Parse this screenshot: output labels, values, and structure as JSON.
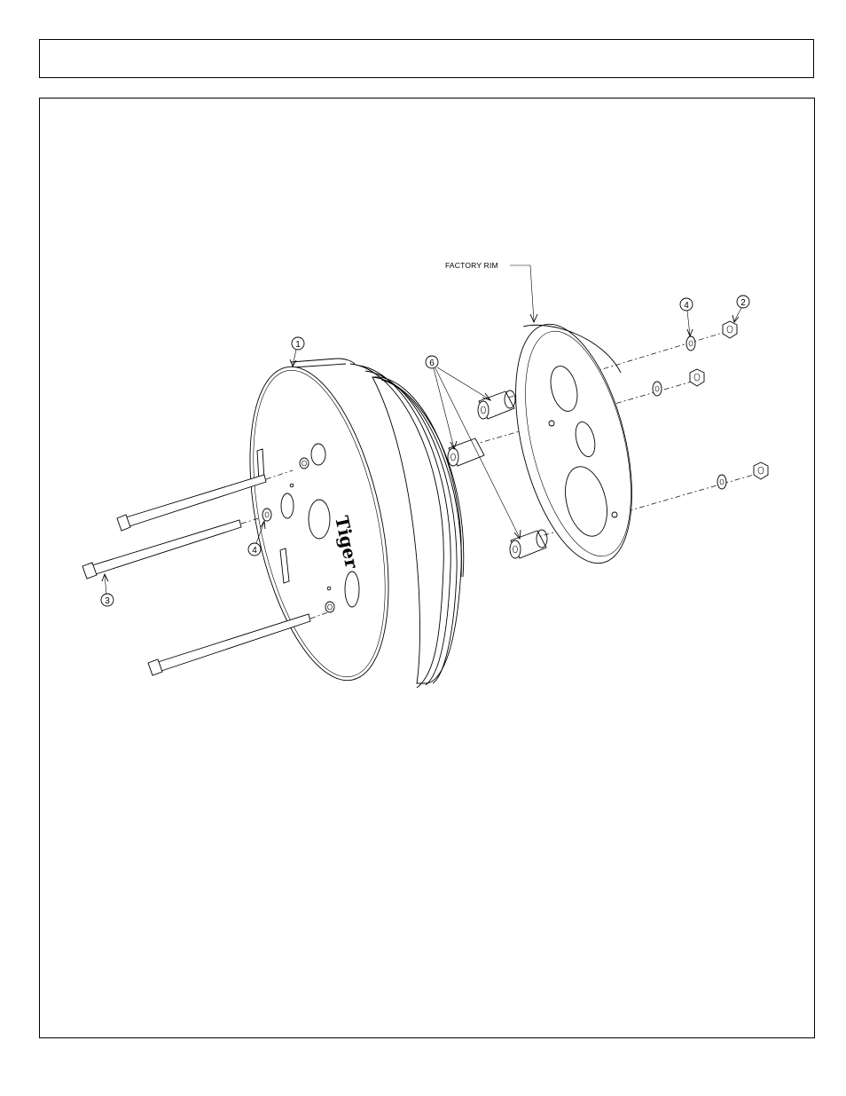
{
  "header": {
    "title": ""
  },
  "diagram": {
    "factory_rim_label": "FACTORY RIM",
    "logo_text": "Tiger",
    "callouts": [
      {
        "id": "callout-1",
        "number": "1"
      },
      {
        "id": "callout-2",
        "number": "2"
      },
      {
        "id": "callout-3",
        "number": "3"
      },
      {
        "id": "callout-4-left",
        "number": "4"
      },
      {
        "id": "callout-4-right",
        "number": "4"
      },
      {
        "id": "callout-6",
        "number": "6"
      }
    ]
  }
}
